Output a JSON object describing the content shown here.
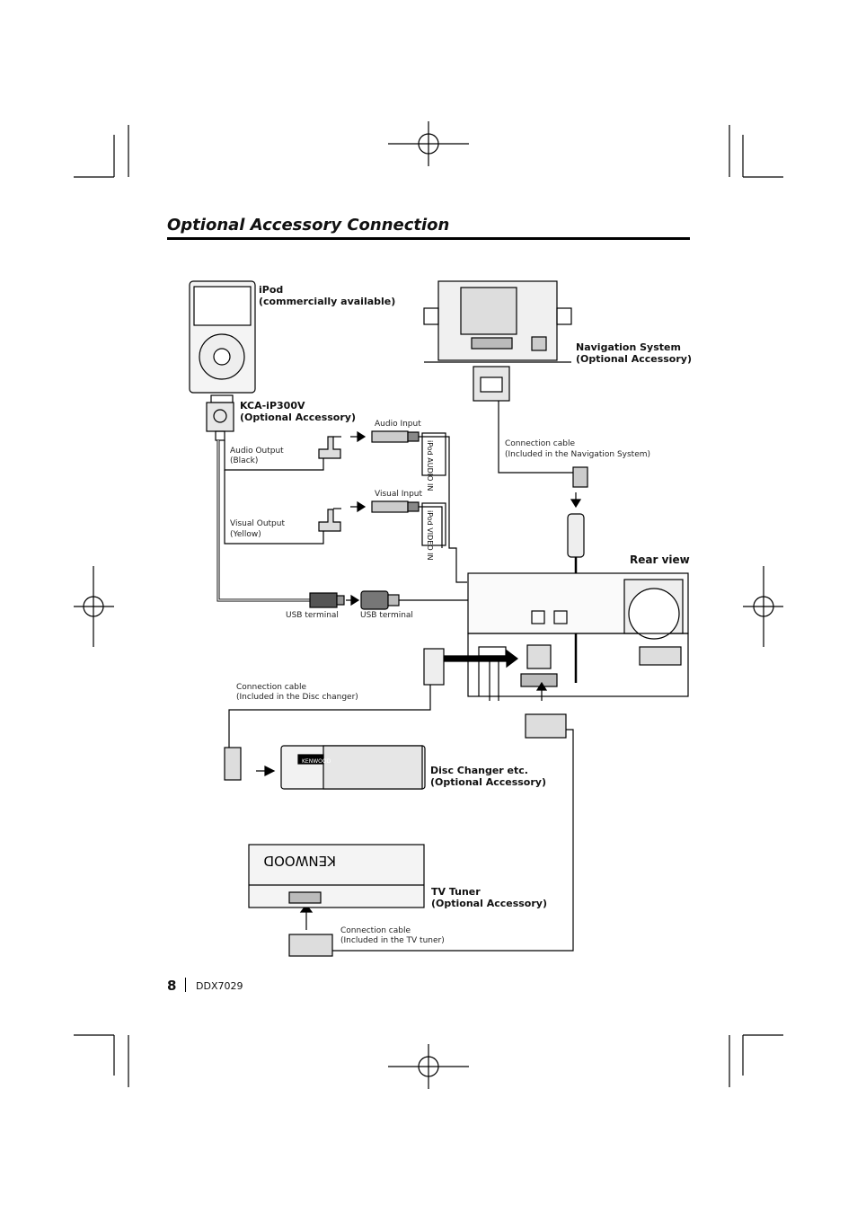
{
  "page": {
    "title": "Optional Accessory Connection",
    "page_number": "8",
    "model": "DDX7029"
  },
  "labels": {
    "ipod_line1": "iPod",
    "ipod_line2": "(commercially available)",
    "kca_line1": "KCA-iP300V",
    "kca_line2": "(Optional Accessory)",
    "nav_line1": "Navigation System",
    "nav_line2": "(Optional Accessory)",
    "audio_output_line1": "Audio Output",
    "audio_output_line2": "(Black)",
    "audio_input": "Audio Input",
    "ipod_audio_in": "iPod AUDIO IN",
    "visual_input": "Visual Input",
    "ipod_video_in": "iPod VIDEO IN",
    "visual_output_line1": "Visual Output",
    "visual_output_line2": "(Yellow)",
    "nav_cable_line1": "Connection cable",
    "nav_cable_line2": "(Included in the Navigation System)",
    "rear_view": "Rear view",
    "usb_terminal_left": "USB terminal",
    "usb_terminal_right": "USB terminal",
    "disc_cable_line1": "Connection cable",
    "disc_cable_line2": "(Included in the Disc changer)",
    "disc_line1": "Disc Changer etc.",
    "disc_line2": "(Optional Accessory)",
    "tv_line1": "TV Tuner",
    "tv_line2": "(Optional Accessory)",
    "tv_cable_line1": "Connection cable",
    "tv_cable_line2": "(Included in the TV tuner)",
    "brand_logo": "KENWOOD"
  },
  "colors": {
    "line": "#000000",
    "device_fill": "#f2f2f2",
    "shade": "#cccccc",
    "background": "#ffffff"
  }
}
